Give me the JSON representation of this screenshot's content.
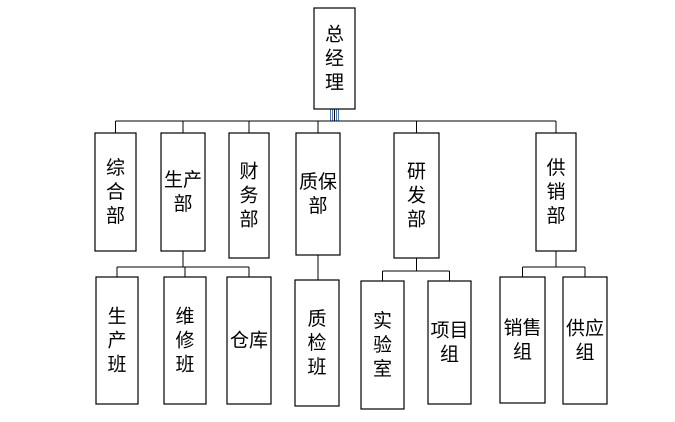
{
  "diagram": {
    "type": "org-chart",
    "root": {
      "id": "gm",
      "lines": [
        "总",
        "经",
        "理"
      ]
    },
    "departments": [
      {
        "id": "zonghe",
        "lines": [
          "综",
          "合",
          "部"
        ],
        "children": []
      },
      {
        "id": "shengchan",
        "lines": [
          "生产",
          "部"
        ],
        "children": [
          {
            "id": "shengchanban",
            "lines": [
              "生",
              "产",
              "班"
            ]
          },
          {
            "id": "weixiuban",
            "lines": [
              "维",
              "修",
              "班"
            ]
          },
          {
            "id": "cangku",
            "lines": [
              "仓库"
            ]
          }
        ]
      },
      {
        "id": "caiwu",
        "lines": [
          "财",
          "务",
          "部"
        ],
        "children": []
      },
      {
        "id": "zhibao",
        "lines": [
          "质保",
          "部"
        ],
        "children": [
          {
            "id": "zhijianban",
            "lines": [
              "质",
              "检",
              "班"
            ]
          }
        ]
      },
      {
        "id": "yanfa",
        "lines": [
          "研",
          "发",
          "部"
        ],
        "children": [
          {
            "id": "shiyanshi",
            "lines": [
              "实",
              "验",
              "室"
            ]
          },
          {
            "id": "xiangmuzu",
            "lines": [
              "项目",
              "组"
            ]
          }
        ]
      },
      {
        "id": "gongxiao",
        "lines": [
          "供",
          "销",
          "部"
        ],
        "children": [
          {
            "id": "xiaoshouzu",
            "lines": [
              "销售",
              "组"
            ]
          },
          {
            "id": "gongyingzu",
            "lines": [
              "供应",
              "组"
            ]
          }
        ]
      }
    ]
  }
}
